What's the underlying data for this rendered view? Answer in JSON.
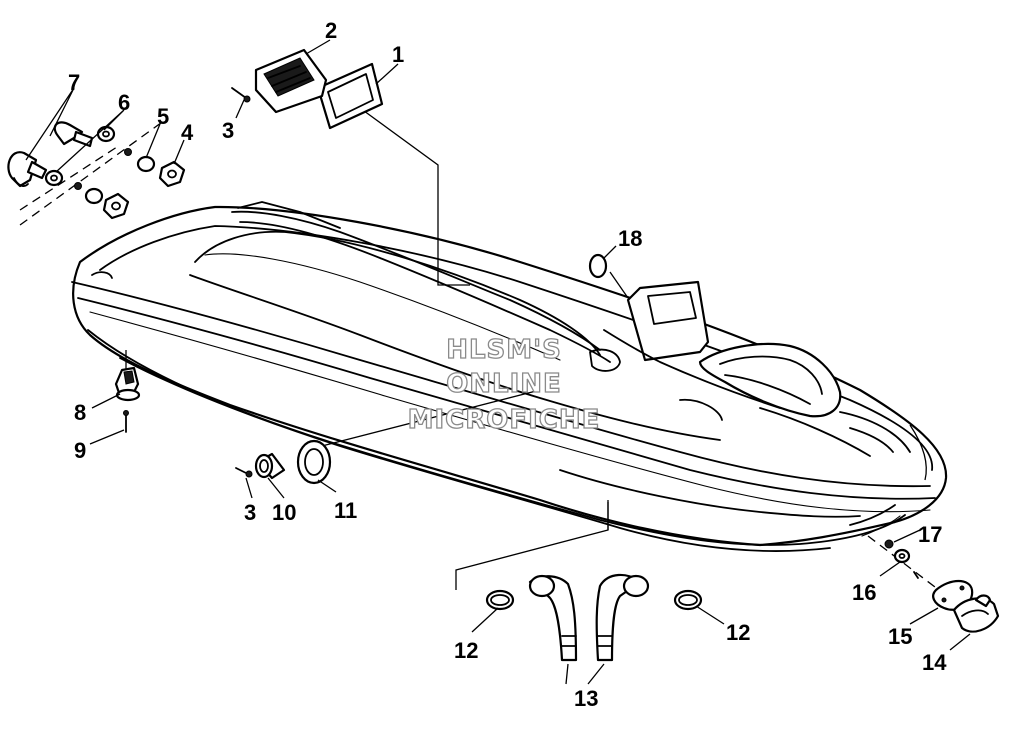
{
  "diagram": {
    "watermark_lines": [
      "HLSM'S",
      "ONLINE",
      "MICROFICHE"
    ],
    "callouts": [
      "1",
      "2",
      "3",
      "4",
      "5",
      "6",
      "7",
      "8",
      "9",
      "3",
      "10",
      "11",
      "12",
      "12",
      "13",
      "14",
      "15",
      "16",
      "17",
      "18"
    ]
  }
}
